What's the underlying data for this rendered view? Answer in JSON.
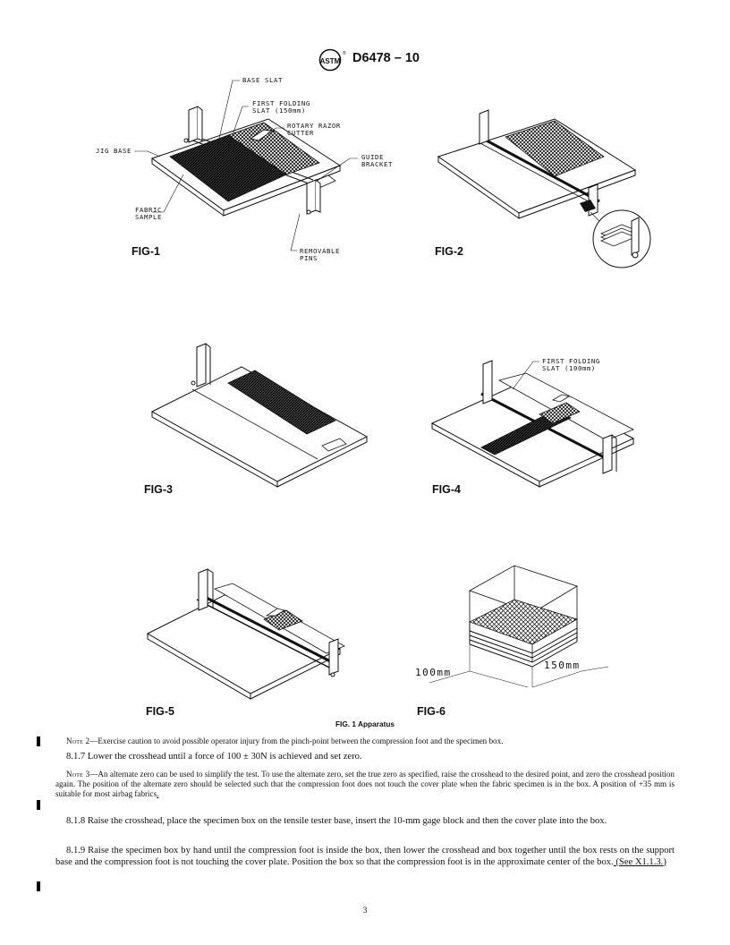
{
  "header": {
    "logo": "astm-logo-icon",
    "designation": "D6478 – 10"
  },
  "figures": {
    "fig1": {
      "label": "FIG-1",
      "callouts": {
        "base_slat": "BASE SLAT",
        "first_folding_slat": "FIRST FOLDING\nSLAT (150mm)",
        "rotary_razor_cutter": "ROTARY RAZOR\nCUTTER",
        "jig_base": "JIG BASE",
        "guide_bracket": "GUIDE\nBRACKET",
        "fabric_sample": "FABRIC\nSAMPLE",
        "removable_pins": "REMOVABLE\nPINS"
      }
    },
    "fig2": {
      "label": "FIG-2"
    },
    "fig3": {
      "label": "FIG-3"
    },
    "fig4": {
      "label": "FIG-4",
      "callouts": {
        "first_folding_slat": "FIRST FOLDING\nSLAT (100mm)"
      }
    },
    "fig5": {
      "label": "FIG-5"
    },
    "fig6": {
      "label": "FIG-6",
      "dims": {
        "left": "100mm",
        "right": "150mm"
      }
    }
  },
  "caption": "FIG. 1 Apparatus",
  "note2": {
    "label": "Note 2",
    "text": "—Exercise caution to avoid possible operator injury from the pinch-point between the compression foot and the specimen box."
  },
  "para_817": "8.1.7 Lower the crosshead until a force of 100 ± 30N is achieved and set zero.",
  "note3": {
    "label": "Note 3",
    "text": "—An alternate zero can be used to simplify the test. To use the alternate zero, set the true zero as specified, raise the crosshead to the desired point, and zero the crosshead position again. The position of the alternate zero should be selected such that the compression foot does not touch the cover plate when the fabric specimen is in the box. A position of +35 mm is suitable for most airbag fabrics",
    "inserted": "."
  },
  "para_818": "8.1.8 Raise the crosshead, place the specimen box on the tensile tester base, insert the 10-mm gage block and then the cover plate into the box.",
  "para_819": {
    "text": "8.1.9 Raise the specimen box by hand until the compression foot is inside the box, then lower the crosshead and box together until the box rests on the support base and the compression foot is not touching the cover plate. Position the box so that the compression foot is in the approximate center of the box.",
    "inserted": " (See X1.1.3.)"
  },
  "page_number": "3"
}
